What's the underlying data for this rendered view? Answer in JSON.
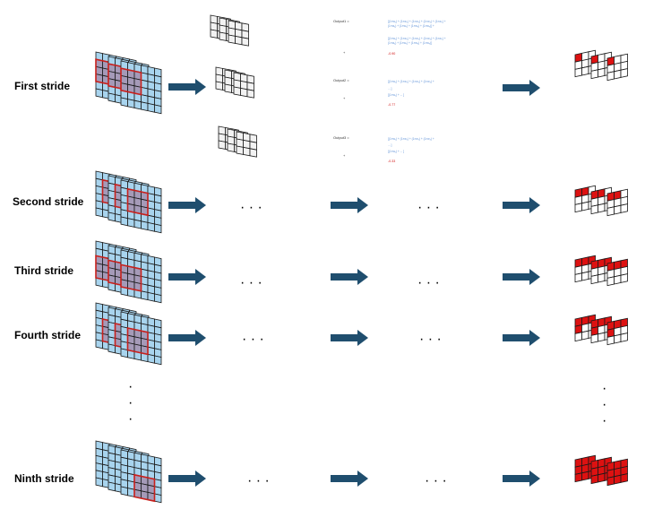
{
  "rows": [
    {
      "label": "First stride"
    },
    {
      "label": "Second stride"
    },
    {
      "label": "Third stride"
    },
    {
      "label": "Fourth stride"
    },
    {
      "label": "Ninth stride"
    }
  ],
  "outputs": [
    {
      "name": "Output1 =",
      "lines": [
        "[(1×w₁) + (1×w₂) + (1×w₃) + (1×w₄) + (1×w₅) +",
        "(1×w₆) + (1×w₇) + (1×w₈) + (1×w₉)] +",
        "[(1×w₁) + (1×w₂) + (1×w₃) + (1×w₄) + (1×w₅) +",
        "(1×w₆) + (1×w₇) + (1×w₈) + (1×w₉)]"
      ],
      "plus": "+",
      "result": "-0.90"
    },
    {
      "name": "Output2 =",
      "lines": [
        "[(1×w₁) + (1×w₂) + (1×w₃) + (1×w₄) +",
        "... ]",
        "[(1×w₁) + ... ]"
      ],
      "plus": "+",
      "result": "-0.77"
    },
    {
      "name": "Output3 =",
      "lines": [
        "[(1×w₁) + (1×w₂) + (1×w₃) + (1×w₄) +",
        "... ]",
        "[(1×w₁) + ... ]"
      ],
      "plus": "+",
      "result": "-0.33"
    }
  ],
  "ellipsis": "· · ·",
  "vertical_ellipsis": "·",
  "colors": {
    "input_cell": "#a8d4ee",
    "input_overlap": "#a59ab8",
    "window_border": "#c8201c",
    "kernel_cell": "#f2f2f2",
    "output_fill": "#dd1111",
    "arrow": "#1f4e6e",
    "grid_line": "#1a1a1a"
  }
}
